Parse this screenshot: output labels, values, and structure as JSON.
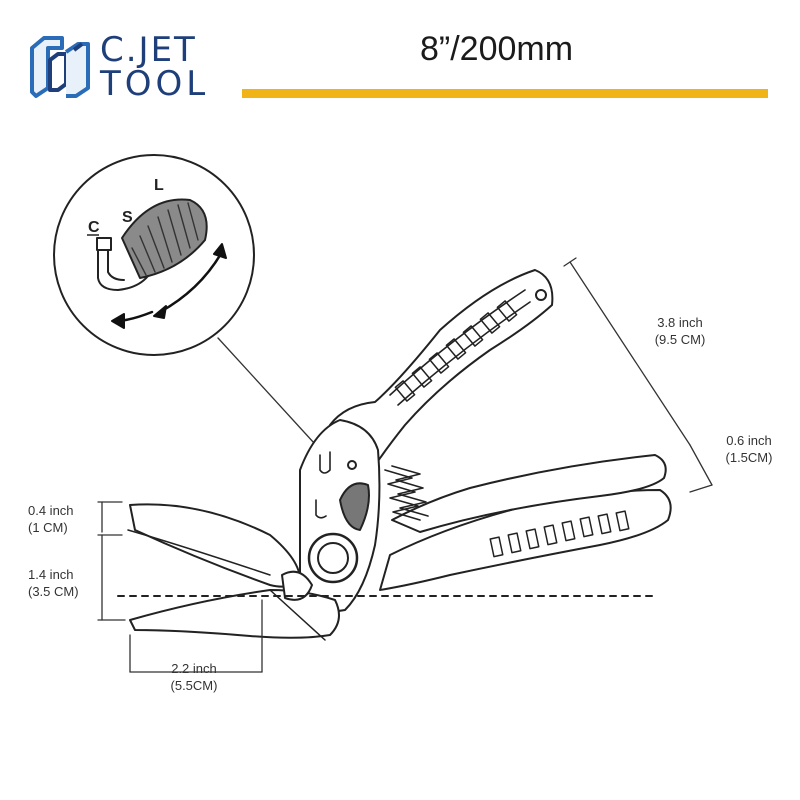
{
  "brand": {
    "line1": "C.JET",
    "line2": "TOOL",
    "logo_icon": "cj-cube-logo-icon"
  },
  "title": "8”/200mm",
  "colors": {
    "accent": "#f0b419",
    "brand": "#1f3f7a",
    "logo_blue": "#2b6cb8"
  },
  "inset": {
    "labels": {
      "c": "C",
      "s": "S",
      "l": "L"
    }
  },
  "dimensions": {
    "length_handle": {
      "inch": "3.8 inch",
      "cm": "(9.5 CM)"
    },
    "handle_width": {
      "inch": "0.6 inch",
      "cm": "(1.5CM)"
    },
    "blade_gap": {
      "inch": "0.4 inch",
      "cm": "(1 CM)"
    },
    "blade_height": {
      "inch": "1.4 inch",
      "cm": "(3.5 CM)"
    },
    "blade_length": {
      "inch": "2.2 inch",
      "cm": "(5.5CM)"
    }
  }
}
